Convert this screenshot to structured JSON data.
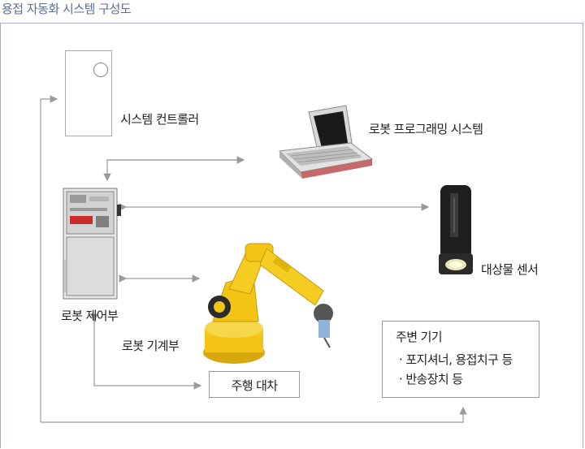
{
  "title": "용접 자동화 시스템 구성도",
  "labels": {
    "system_controller": "시스템 컨트롤러",
    "programming_system": "로봇 프로그래밍 시스템",
    "controller": "로봇 제어부",
    "object_sensor": "대상물 센서",
    "mechanism": "로봇 기계부",
    "carriage": "주행 대차"
  },
  "peripheral": {
    "heading": "주변 기기",
    "items": [
      "· 포지셔너, 용접치구 등",
      "· 반송장치 등"
    ]
  },
  "colors": {
    "title": "#5b6f8f",
    "frame": "#a9a9c8",
    "connector": "#9a9a9a",
    "robot_yellow": "#f2c416"
  }
}
